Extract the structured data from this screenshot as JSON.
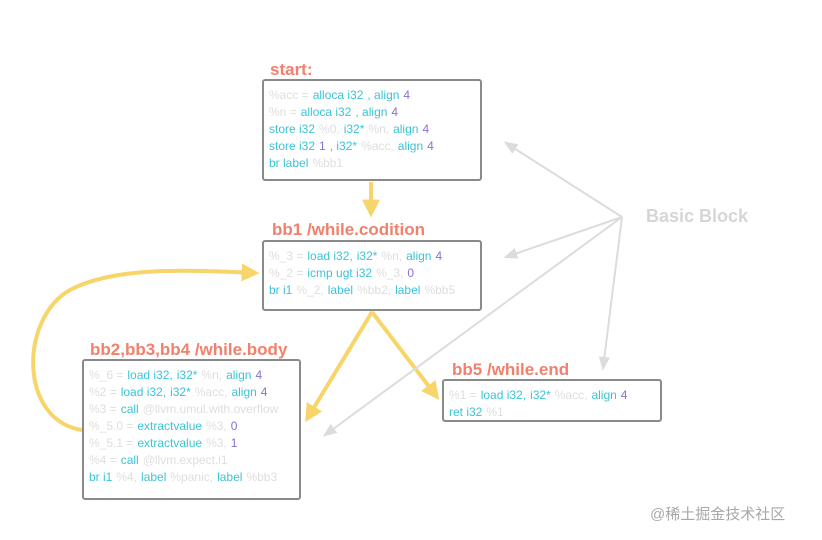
{
  "blocks": [
    {
      "id": "start",
      "label": "start:",
      "lines": [
        [
          {
            "t": "%acc =",
            "c": "reg"
          },
          {
            "t": "alloca i32",
            "c": "kw"
          },
          {
            "t": ", align",
            "c": "kw"
          },
          {
            "t": "4",
            "c": "num"
          }
        ],
        [
          {
            "t": "%n =",
            "c": "reg"
          },
          {
            "t": "alloca i32",
            "c": "kw"
          },
          {
            "t": ", align",
            "c": "kw"
          },
          {
            "t": "4",
            "c": "num"
          }
        ],
        [
          {
            "t": "store i32",
            "c": "kw"
          },
          {
            "t": "%0,",
            "c": "reg"
          },
          {
            "t": "i32*",
            "c": "kw"
          },
          {
            "t": "%n,",
            "c": "reg"
          },
          {
            "t": "align",
            "c": "kw"
          },
          {
            "t": "4",
            "c": "num"
          }
        ],
        [
          {
            "t": "store i32",
            "c": "kw"
          },
          {
            "t": "1",
            "c": "num"
          },
          {
            "t": ", i32*",
            "c": "kw"
          },
          {
            "t": "%acc,",
            "c": "reg"
          },
          {
            "t": "align",
            "c": "kw"
          },
          {
            "t": "4",
            "c": "num"
          }
        ],
        [
          {
            "t": "br label",
            "c": "kw"
          },
          {
            "t": "%bb1",
            "c": "reg"
          }
        ]
      ]
    },
    {
      "id": "bb1",
      "label": "bb1 /while.codition",
      "lines": [
        [
          {
            "t": "%_3 =",
            "c": "reg"
          },
          {
            "t": "load i32,",
            "c": "kw"
          },
          {
            "t": "i32*",
            "c": "kw"
          },
          {
            "t": "%n,",
            "c": "reg"
          },
          {
            "t": "align",
            "c": "kw"
          },
          {
            "t": "4",
            "c": "num"
          }
        ],
        [
          {
            "t": "%_2 =",
            "c": "reg"
          },
          {
            "t": "icmp ugt i32",
            "c": "kw"
          },
          {
            "t": "%_3,",
            "c": "reg"
          },
          {
            "t": "0",
            "c": "num"
          }
        ],
        [
          {
            "t": "br i1",
            "c": "kw"
          },
          {
            "t": "%_2,",
            "c": "reg"
          },
          {
            "t": "label",
            "c": "kw"
          },
          {
            "t": "%bb2,",
            "c": "reg"
          },
          {
            "t": "label",
            "c": "kw"
          },
          {
            "t": "%bb5",
            "c": "reg"
          }
        ]
      ]
    },
    {
      "id": "body",
      "label": "bb2,bb3,bb4 /while.body",
      "lines": [
        [
          {
            "t": "%_6 =",
            "c": "reg"
          },
          {
            "t": "load i32,",
            "c": "kw"
          },
          {
            "t": "i32*",
            "c": "kw"
          },
          {
            "t": "%n,",
            "c": "reg"
          },
          {
            "t": "align",
            "c": "kw"
          },
          {
            "t": "4",
            "c": "num"
          }
        ],
        [
          {
            "t": "%2 =",
            "c": "reg"
          },
          {
            "t": "load i32,",
            "c": "kw"
          },
          {
            "t": "i32*",
            "c": "kw"
          },
          {
            "t": "%acc,",
            "c": "reg"
          },
          {
            "t": "align",
            "c": "kw"
          },
          {
            "t": "4",
            "c": "num"
          }
        ],
        [
          {
            "t": "%3 =",
            "c": "reg"
          },
          {
            "t": "call",
            "c": "kw"
          },
          {
            "t": "@llvm.umul.with.overflow",
            "c": "reg"
          }
        ],
        [
          {
            "t": "%_5.0 =",
            "c": "reg"
          },
          {
            "t": "extractvalue",
            "c": "kw"
          },
          {
            "t": "%3,",
            "c": "reg"
          },
          {
            "t": "0",
            "c": "num"
          }
        ],
        [
          {
            "t": "%_5.1 =",
            "c": "reg"
          },
          {
            "t": "extractvalue",
            "c": "kw"
          },
          {
            "t": "%3,",
            "c": "reg"
          },
          {
            "t": "1",
            "c": "num"
          }
        ],
        [
          {
            "t": "%4 =",
            "c": "reg"
          },
          {
            "t": "call",
            "c": "kw"
          },
          {
            "t": "@llvm.expect.i1",
            "c": "reg"
          }
        ],
        [
          {
            "t": "br i1",
            "c": "kw"
          },
          {
            "t": "%4,",
            "c": "reg"
          },
          {
            "t": "label",
            "c": "kw"
          },
          {
            "t": "%panic,",
            "c": "reg"
          },
          {
            "t": "label",
            "c": "kw"
          },
          {
            "t": "%bb3",
            "c": "reg"
          }
        ]
      ]
    },
    {
      "id": "bb5",
      "label": "bb5 /while.end",
      "lines": [
        [
          {
            "t": "%1 =",
            "c": "reg"
          },
          {
            "t": "load i32,",
            "c": "kw"
          },
          {
            "t": "i32*",
            "c": "kw"
          },
          {
            "t": "%acc,",
            "c": "reg"
          },
          {
            "t": "align",
            "c": "kw"
          },
          {
            "t": "4",
            "c": "num"
          }
        ],
        [
          {
            "t": "ret i32",
            "c": "kw"
          },
          {
            "t": "%1",
            "c": "reg"
          }
        ]
      ]
    }
  ],
  "callout": {
    "label": "Basic Block"
  },
  "watermark": "@稀土掘金技术社区",
  "colors": {
    "label": "#f2806c",
    "flow_arrow": "#f7d56a",
    "pointer_arrow": "#dcdcdc",
    "border": "#8a8a8a",
    "keyword": "#3cc3d8",
    "number": "#8b6fd6",
    "register": "#dedede"
  }
}
